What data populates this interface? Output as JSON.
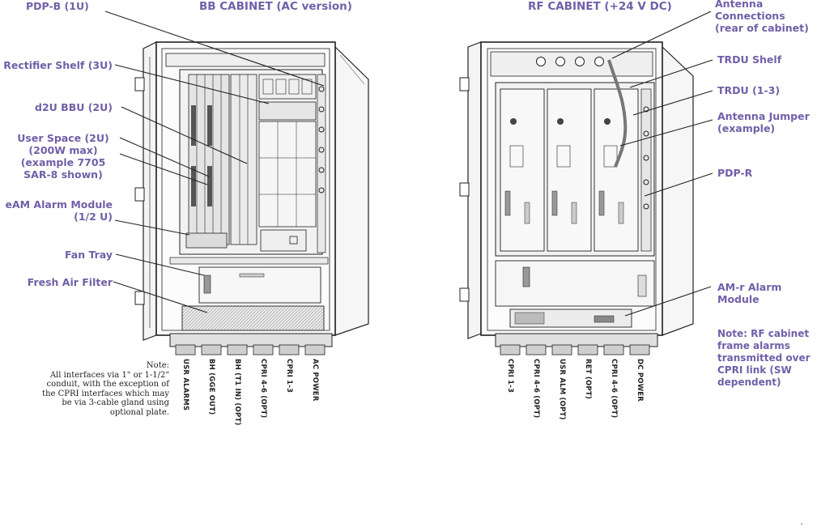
{
  "bb_cabinet": {
    "title": "BB CABINET (AC version)",
    "labels": {
      "pdp_b": "PDP-B (1U)",
      "rectifier": "Rectifier Shelf (3U)",
      "d2u_bbu": "d2U BBU (2U)",
      "user_space_1": "User Space (2U)",
      "user_space_2": "(200W max)",
      "user_space_3": "(example 7705",
      "user_space_4": "SAR-8 shown)",
      "eam_1": "eAM Alarm Module",
      "eam_2": "(1/2 U)",
      "fan_tray": "Fan Tray",
      "fresh_air": "Fresh Air Filter"
    },
    "note": {
      "line1": "Note:",
      "line2": "All interfaces via 1\" or 1-1/2\"",
      "line3": "conduit, with the exception of",
      "line4": "the CPRI interfaces which may",
      "line5": "be via 3-cable gland using",
      "line6": "optional plate."
    },
    "ports": [
      "USR ALARMS",
      "BH (GGE OUT)",
      "BH (T1 IN) (OPT)",
      "CPRI 4-6 (OPT)",
      "CPRI 1-3",
      "AC POWER"
    ]
  },
  "rf_cabinet": {
    "title": "RF CABINET (+24 V DC)",
    "labels": {
      "antenna_1": "Antenna",
      "antenna_2": "Connections",
      "antenna_3": "(rear of cabinet)",
      "trdu_shelf": "TRDU Shelf",
      "trdu": "TRDU (1-3)",
      "jumper_1": "Antenna Jumper",
      "jumper_2": "(example)",
      "pdp_r": "PDP-R",
      "amr_1": "AM-r Alarm",
      "amr_2": "Module"
    },
    "note": {
      "line1": "Note: RF cabinet",
      "line2": "frame alarms",
      "line3": "transmitted over",
      "line4": "CPRI link (SW",
      "line5": "dependent)"
    },
    "ports": [
      "CPRI 1-3",
      "CPRI 4-6 (OPT)",
      "USR ALM (OPT)",
      "RET (OPT)",
      "CPRI 4-6 (OPT)",
      "DC POWER"
    ]
  },
  "colors": {
    "label": "#7060a8",
    "line": "#222222"
  }
}
